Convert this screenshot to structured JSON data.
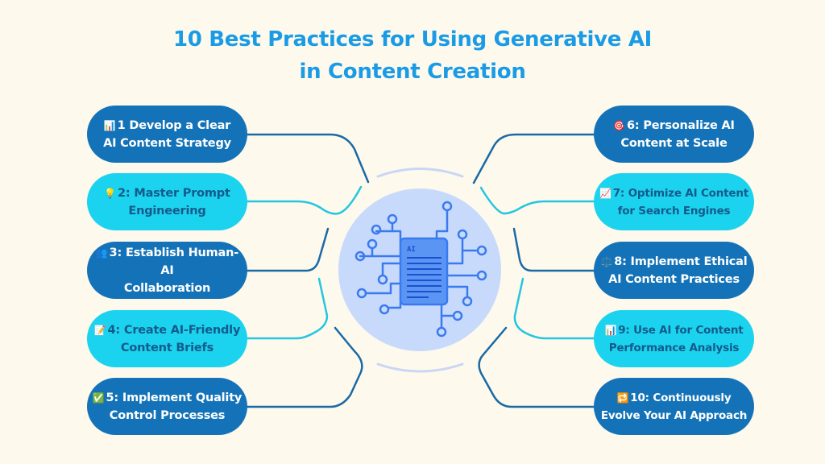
{
  "title": {
    "line1": "10 Best Practices for Using Generative AI",
    "line2": "in Content Creation"
  },
  "colors": {
    "background": "#fdf9ec",
    "title": "#1a9be6",
    "dark_pill": "#1473b8",
    "light_pill": "#1bd3ee",
    "light_pill_text": "#145a8c",
    "dark_line": "#1a6aa6",
    "light_line": "#24c6e0",
    "center_circle": "#c8dafb",
    "circuit": "#3a7af0",
    "arc": "#c9d6f5"
  },
  "center": {
    "icon": "ai-document-circuit-icon",
    "chip_label": "AI"
  },
  "practices": [
    {
      "number": "1",
      "emoji": "📊",
      "icon": "bar-chart-icon",
      "line1": "1 Develop a Clear",
      "line2": "AI Content Strategy",
      "style": "dark",
      "side": "left"
    },
    {
      "number": "2",
      "emoji": "💡",
      "icon": "lightbulb-icon",
      "line1": "2: Master Prompt",
      "line2": "Engineering",
      "style": "light",
      "side": "left"
    },
    {
      "number": "3",
      "emoji": "👥",
      "icon": "people-icon",
      "line1": "3: Establish Human-AI",
      "line2": "Collaboration",
      "style": "dark",
      "side": "left"
    },
    {
      "number": "4",
      "emoji": "📝",
      "icon": "memo-icon",
      "line1": "4: Create AI-Friendly",
      "line2": "Content Briefs",
      "style": "light",
      "side": "left"
    },
    {
      "number": "5",
      "emoji": "✅",
      "icon": "check-mark-icon",
      "line1": "5: Implement Quality",
      "line2": "Control Processes",
      "style": "dark",
      "side": "left"
    },
    {
      "number": "6",
      "emoji": "🎯",
      "icon": "target-icon",
      "line1": "6: Personalize AI",
      "line2": "Content at Scale",
      "style": "dark",
      "side": "right"
    },
    {
      "number": "7",
      "emoji": "📈",
      "icon": "trending-up-icon",
      "line1": "7: Optimize AI Content",
      "line2": "for Search Engines",
      "style": "light",
      "side": "right"
    },
    {
      "number": "8",
      "emoji": "⚖️",
      "icon": "balance-scale-icon",
      "line1": "8: Implement Ethical",
      "line2": "AI Content Practices",
      "style": "dark",
      "side": "right"
    },
    {
      "number": "9",
      "emoji": "📊",
      "icon": "bar-chart-icon",
      "line1": "9: Use AI for Content",
      "line2": "Performance Analysis",
      "style": "light",
      "side": "right"
    },
    {
      "number": "10",
      "emoji": "🔁",
      "icon": "repeat-icon",
      "line1": "10: Continuously",
      "line2": "Evolve Your AI Approach",
      "style": "dark",
      "side": "right"
    }
  ]
}
